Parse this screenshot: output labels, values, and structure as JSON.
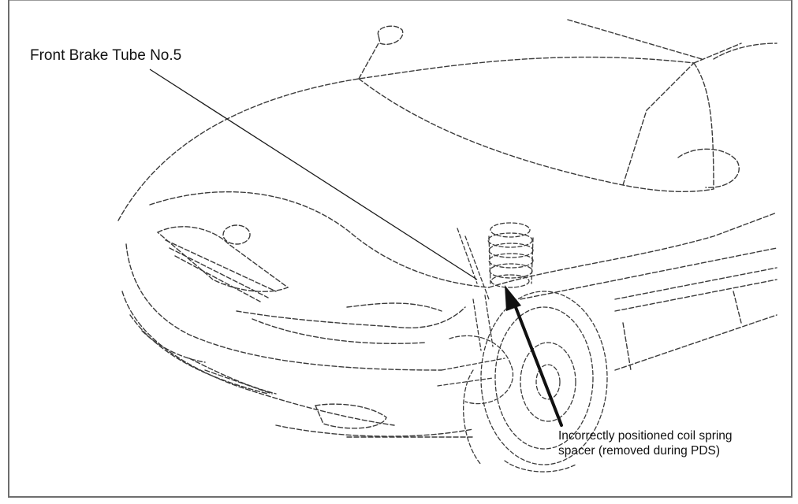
{
  "labels": {
    "brake_tube": "Front Brake Tube No.5",
    "spacer_line1": "Incorrectly positioned coil spring",
    "spacer_line2": "spacer (removed during PDS)"
  },
  "colors": {
    "line": "#3a3a3a",
    "leader": "#1a1a1a",
    "frame": "#6e6e6e",
    "background": "#ffffff"
  }
}
